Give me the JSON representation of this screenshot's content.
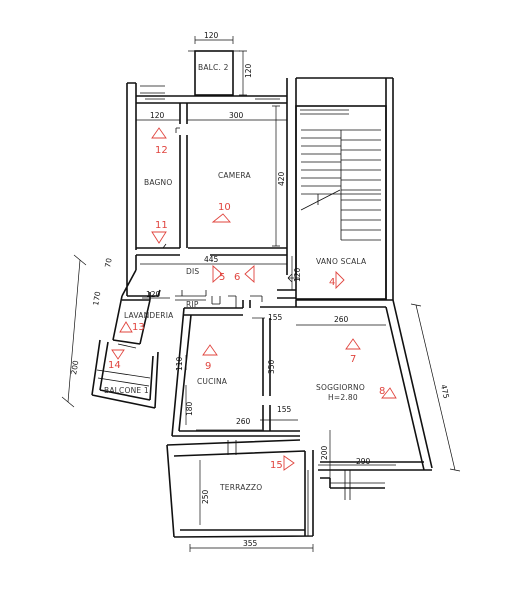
{
  "rooms": {
    "balc2": "BALC. 2",
    "bagno": "BAGNO",
    "camera": "CAMERA",
    "vano_scala": "VANO SCALA",
    "dis": "DIS",
    "rip": "RIP",
    "lavanderia": "LAVANDERIA",
    "balcone1": "BALCONE 1",
    "cucina": "CUCINA",
    "soggiorno": "SOGGIORNO",
    "soggiorno_height": "H=2.80",
    "terrazzo": "TERRAZZO"
  },
  "dimensions": {
    "balc2_width": "120",
    "balc2_depth": "120",
    "bagno_width": "120",
    "camera_width": "300",
    "camera_depth": "420",
    "dis_width": "445",
    "dis_depth": "120",
    "rip_width": "120",
    "left_70": "70",
    "left_170": "170",
    "left_200": "200",
    "cucina_110": "110",
    "cucina_180": "180",
    "cucina_350": "350",
    "cucina_155a": "155",
    "cucina_155b": "155",
    "soggiorno_width": "260",
    "soggiorno_depth": "475",
    "soggiorno_290": "290",
    "soggiorno_200": "200",
    "terrazzo_width_top": "260",
    "terrazzo_depth": "250",
    "terrazzo_width_bottom": "355"
  },
  "view_markers": [
    "4",
    "5",
    "6",
    "7",
    "8",
    "9",
    "10",
    "11",
    "12",
    "13",
    "14",
    "15"
  ],
  "colors": {
    "walls": "#111111",
    "view_markers": "#e0443e",
    "background": "#ffffff"
  }
}
